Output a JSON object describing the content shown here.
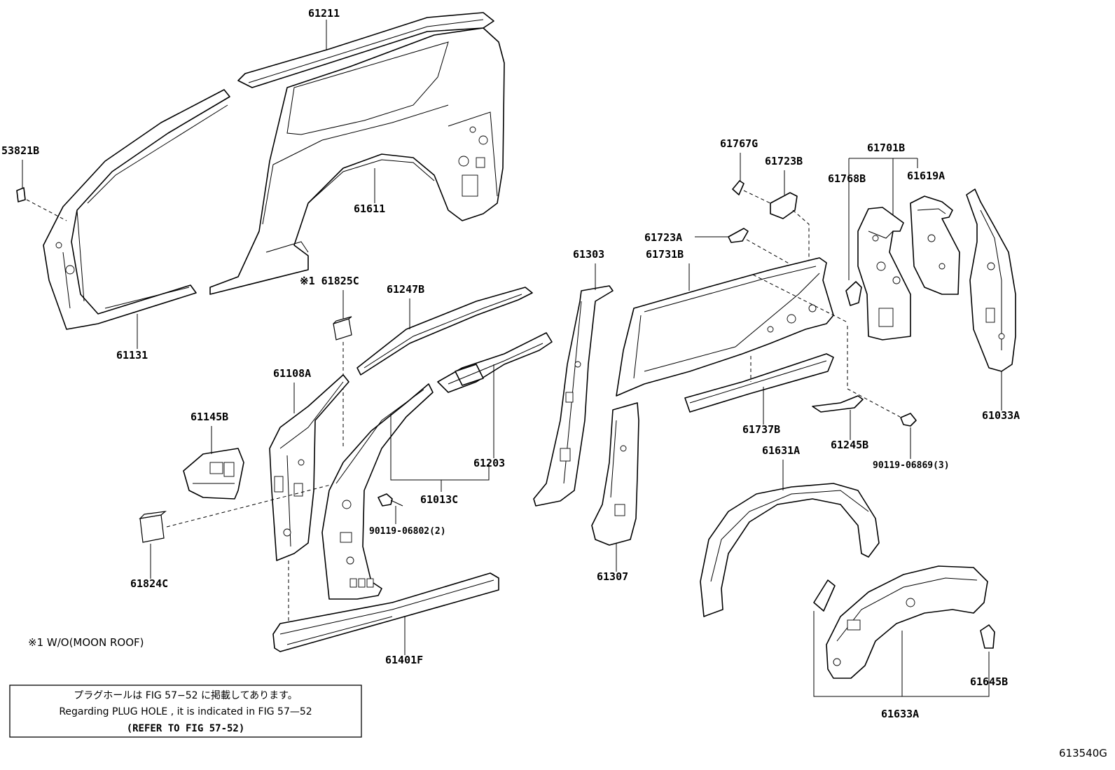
{
  "parts": {
    "p61211": "61211",
    "p53821B": "53821B",
    "p61611": "61611",
    "p61131": "61131",
    "p61825C": "※1 61825C",
    "p61247B": "61247B",
    "p61108A": "61108A",
    "p61145B": "61145B",
    "p61203": "61203",
    "p61013C": "61013C",
    "p90119_06802": "90119-06802(2)",
    "p61824C": "61824C",
    "p61401F": "61401F",
    "p61303": "61303",
    "p61307": "61307",
    "p61767G": "61767G",
    "p61723B": "61723B",
    "p61723A": "61723A",
    "p61731B": "61731B",
    "p61737B": "61737B",
    "p61245B": "61245B",
    "p61701B": "61701B",
    "p61768B": "61768B",
    "p61619A": "61619A",
    "p61033A": "61033A",
    "p90119_06869": "90119-06869(3)",
    "p61631A": "61631A",
    "p61633A": "61633A",
    "p61645B": "61645B"
  },
  "footnote": "※1 W/O(MOON ROOF)",
  "reference_box": {
    "line_ja": "プラグホールは FIG 57−52 に掲載してあります。",
    "line_en": "Regarding  PLUG  HOLE , it is indicated in  FIG  57—52",
    "line_ref": "(REFER TO FIG 57-52)"
  },
  "figure_code": "613540G",
  "colors": {
    "line": "#000000",
    "background": "#ffffff"
  }
}
